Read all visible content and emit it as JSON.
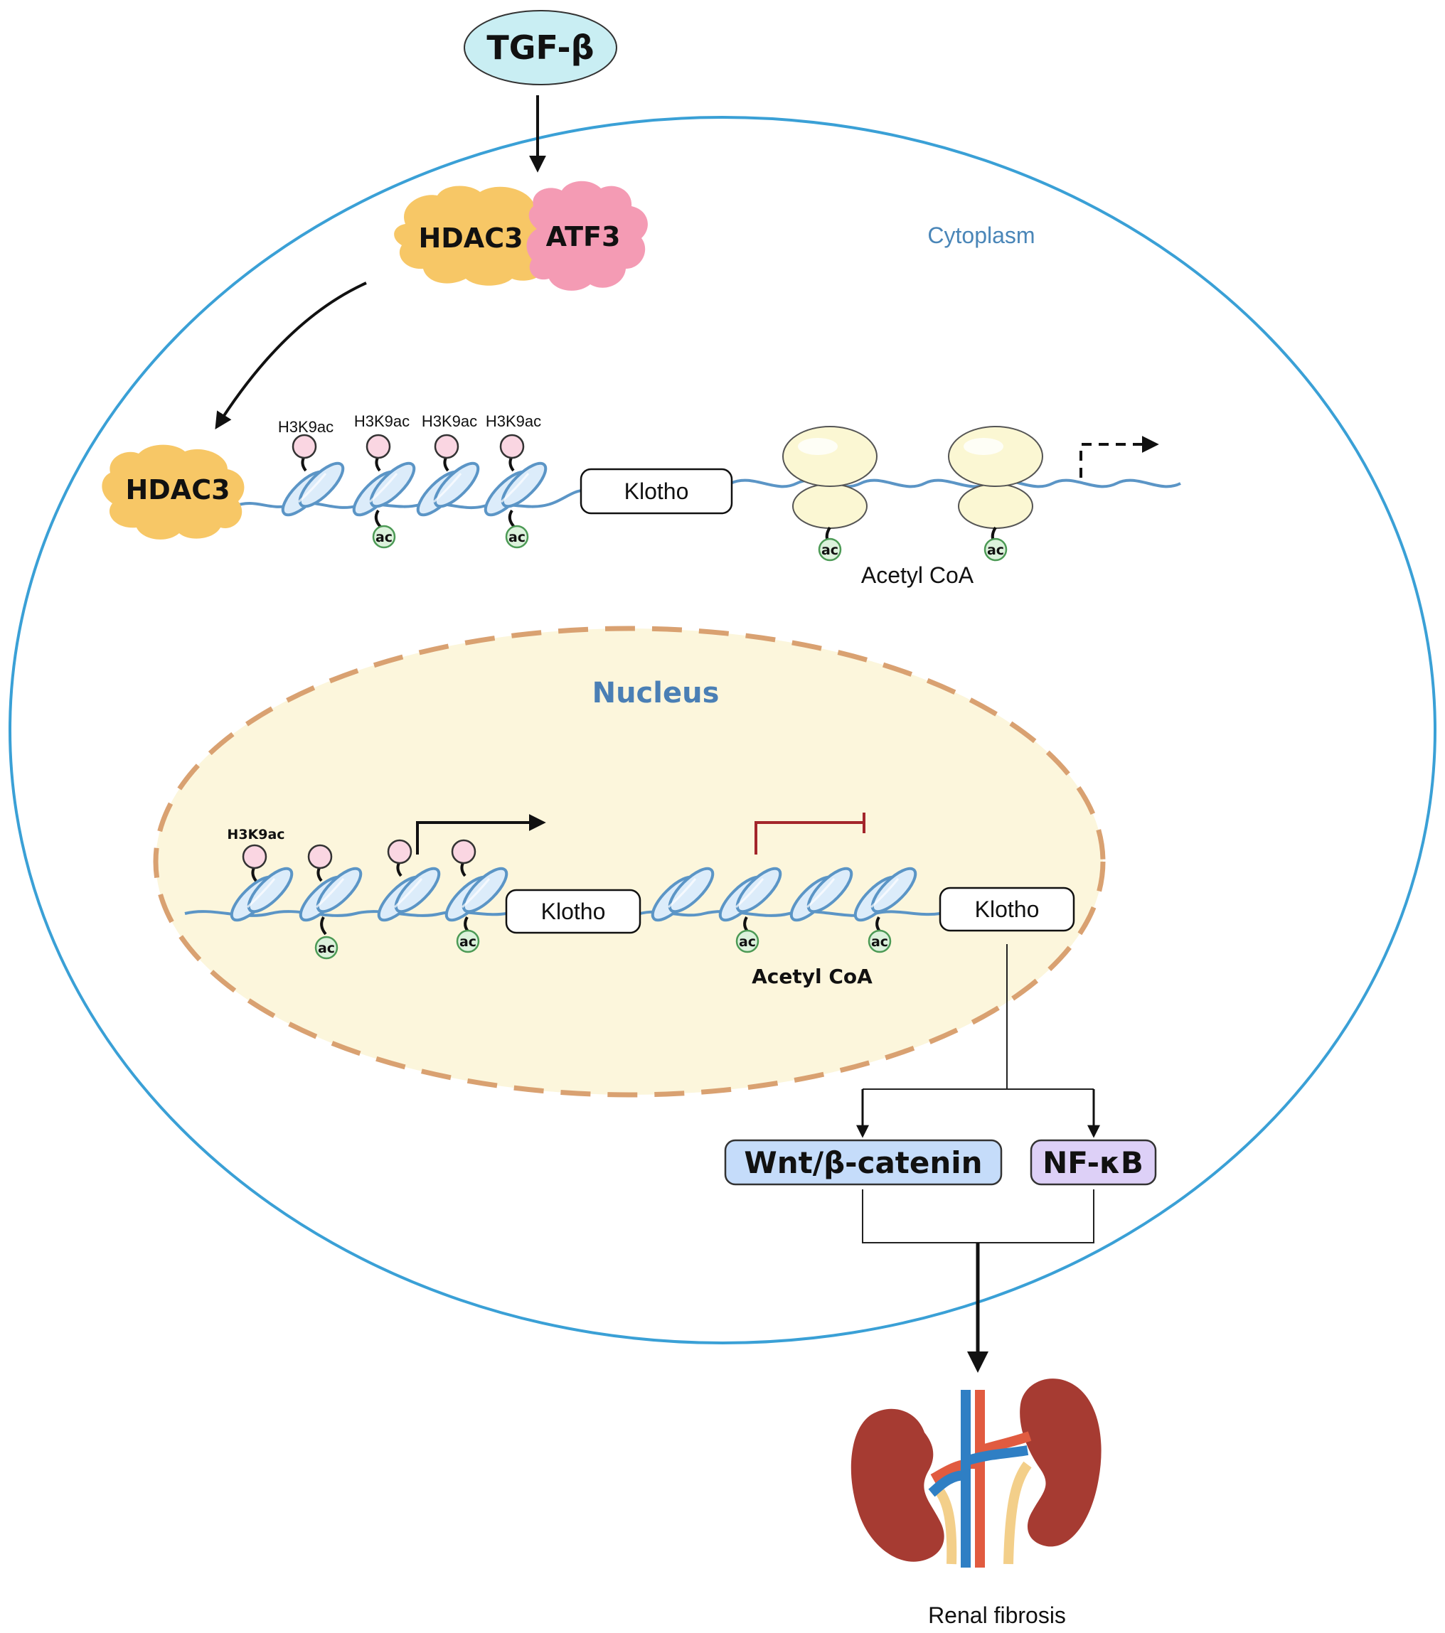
{
  "labels": {
    "tgf": "TGF-β",
    "hdac3_complex": "HDAC3",
    "atf3": "ATF3",
    "cytoplasm": "Cytoplasm",
    "hdac3_free": "HDAC3",
    "top_h3k9ac": [
      "H3K9ac",
      "H3K9ac",
      "H3K9ac",
      "H3K9ac"
    ],
    "ac": "ac",
    "klotho_top": "Klotho",
    "acetyl_coa_top": "Acetyl CoA",
    "nucleus": "Nucleus",
    "nuc_h3k9ac": "H3K9ac",
    "klotho_nuc_1": "Klotho",
    "klotho_nuc_2": "Klotho",
    "acetyl_coa_nuc": "Acetyl CoA",
    "wnt": "Wnt/β-catenin",
    "nfkb": "NF-κB",
    "renal_fibrosis": "Renal fibrosis"
  },
  "colors": {
    "cell_membrane": "#3aa0d6",
    "cytoplasm_label": "#4a86b8",
    "nucleus_fill": "#fcf6dc",
    "nucleus_border": "#d9a171",
    "nucleus_label": "#4a7fb5",
    "dna": "#5b95c6",
    "hdac3": "#f7c766",
    "atf3": "#f49bb4",
    "tgf_fill": "#c9eef3",
    "wnt_fill": "#c5dcfa",
    "nfkb_fill": "#ddd0f7",
    "histone": "#dcecfa",
    "ribosome": "#fbf7d3",
    "ac_fill": "#dcf2dc",
    "ac_border": "#4c9a55",
    "h3k9ac_fill": "#fad6e2",
    "inhibit": "#a3262b",
    "kidney": "#a63b32"
  }
}
